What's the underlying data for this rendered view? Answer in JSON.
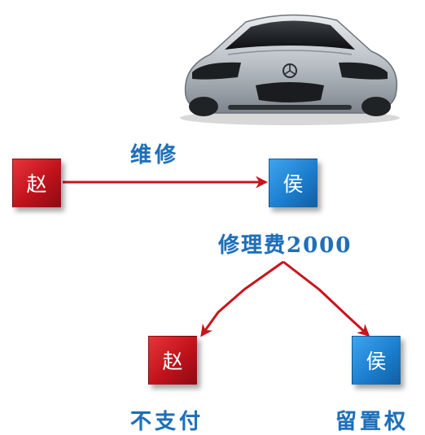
{
  "nodes": {
    "zhao_top": "赵",
    "hou_top": "侯",
    "zhao_bottom": "赵",
    "hou_bottom": "侯"
  },
  "labels": {
    "repair": "维修",
    "repair_fee": "修理费2000",
    "not_pay": "不支付",
    "lien": "留置权"
  },
  "colors": {
    "red_box": "#c1121c",
    "blue_box": "#1c7fd0",
    "arrow": "#c8141c",
    "label_text": "#1e6fb8"
  },
  "image": {
    "subject": "silver sports car"
  }
}
